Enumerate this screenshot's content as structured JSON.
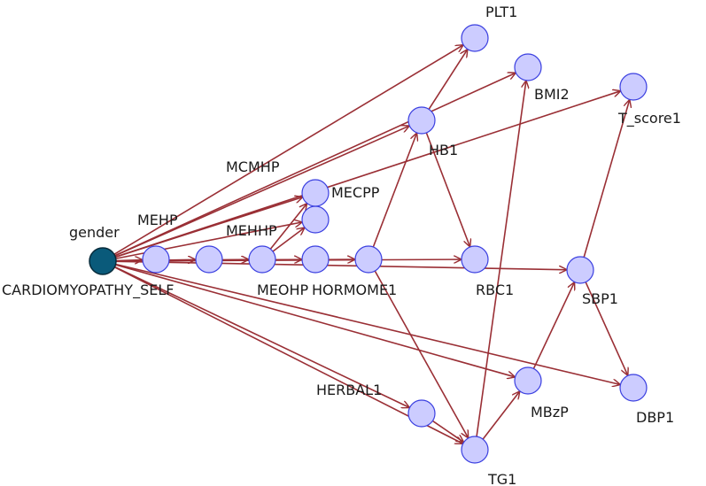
{
  "diagram": {
    "nodes": [
      {
        "id": "gender",
        "label": "gender",
        "root": true
      },
      {
        "id": "cardio",
        "label": "CARDIOMYOPATHY_SELF"
      },
      {
        "id": "mehp",
        "label": "MEHP"
      },
      {
        "id": "meohp",
        "label": "MEOHP"
      },
      {
        "id": "mehhp",
        "label": "MEHHP"
      },
      {
        "id": "mecpp",
        "label": "MECPP"
      },
      {
        "id": "mcmhp",
        "label": "MCMHP"
      },
      {
        "id": "hormone1",
        "label": "HORMOME1"
      },
      {
        "id": "plt1",
        "label": "PLT1"
      },
      {
        "id": "bmi2",
        "label": "BMI2"
      },
      {
        "id": "tscore1",
        "label": "T_score1"
      },
      {
        "id": "hb1",
        "label": "HB1"
      },
      {
        "id": "rbc1",
        "label": "RBC1"
      },
      {
        "id": "sbp1",
        "label": "SBP1"
      },
      {
        "id": "herbal1",
        "label": "HERBAL1"
      },
      {
        "id": "tg1",
        "label": "TG1"
      },
      {
        "id": "mbzp",
        "label": "MBzP"
      },
      {
        "id": "dbp1",
        "label": "DBP1"
      }
    ],
    "edges": [
      [
        "gender",
        "plt1"
      ],
      [
        "gender",
        "bmi2"
      ],
      [
        "gender",
        "tscore1"
      ],
      [
        "gender",
        "hb1"
      ],
      [
        "gender",
        "mecpp"
      ],
      [
        "gender",
        "mehhp"
      ],
      [
        "gender",
        "cardio"
      ],
      [
        "gender",
        "mehp"
      ],
      [
        "gender",
        "meohp"
      ],
      [
        "gender",
        "mcmhp"
      ],
      [
        "gender",
        "hormone1"
      ],
      [
        "gender",
        "rbc1"
      ],
      [
        "gender",
        "sbp1"
      ],
      [
        "gender",
        "herbal1"
      ],
      [
        "gender",
        "tg1"
      ],
      [
        "gender",
        "mbzp"
      ],
      [
        "gender",
        "dbp1"
      ],
      [
        "meohp",
        "mecpp"
      ],
      [
        "meohp",
        "mehhp"
      ],
      [
        "hormone1",
        "hb1"
      ],
      [
        "hormone1",
        "tg1"
      ],
      [
        "hb1",
        "plt1"
      ],
      [
        "hb1",
        "rbc1"
      ],
      [
        "tg1",
        "bmi2"
      ],
      [
        "tg1",
        "mbzp"
      ],
      [
        "mbzp",
        "sbp1"
      ],
      [
        "sbp1",
        "tscore1"
      ],
      [
        "sbp1",
        "dbp1"
      ],
      [
        "herbal1",
        "tg1"
      ]
    ]
  }
}
